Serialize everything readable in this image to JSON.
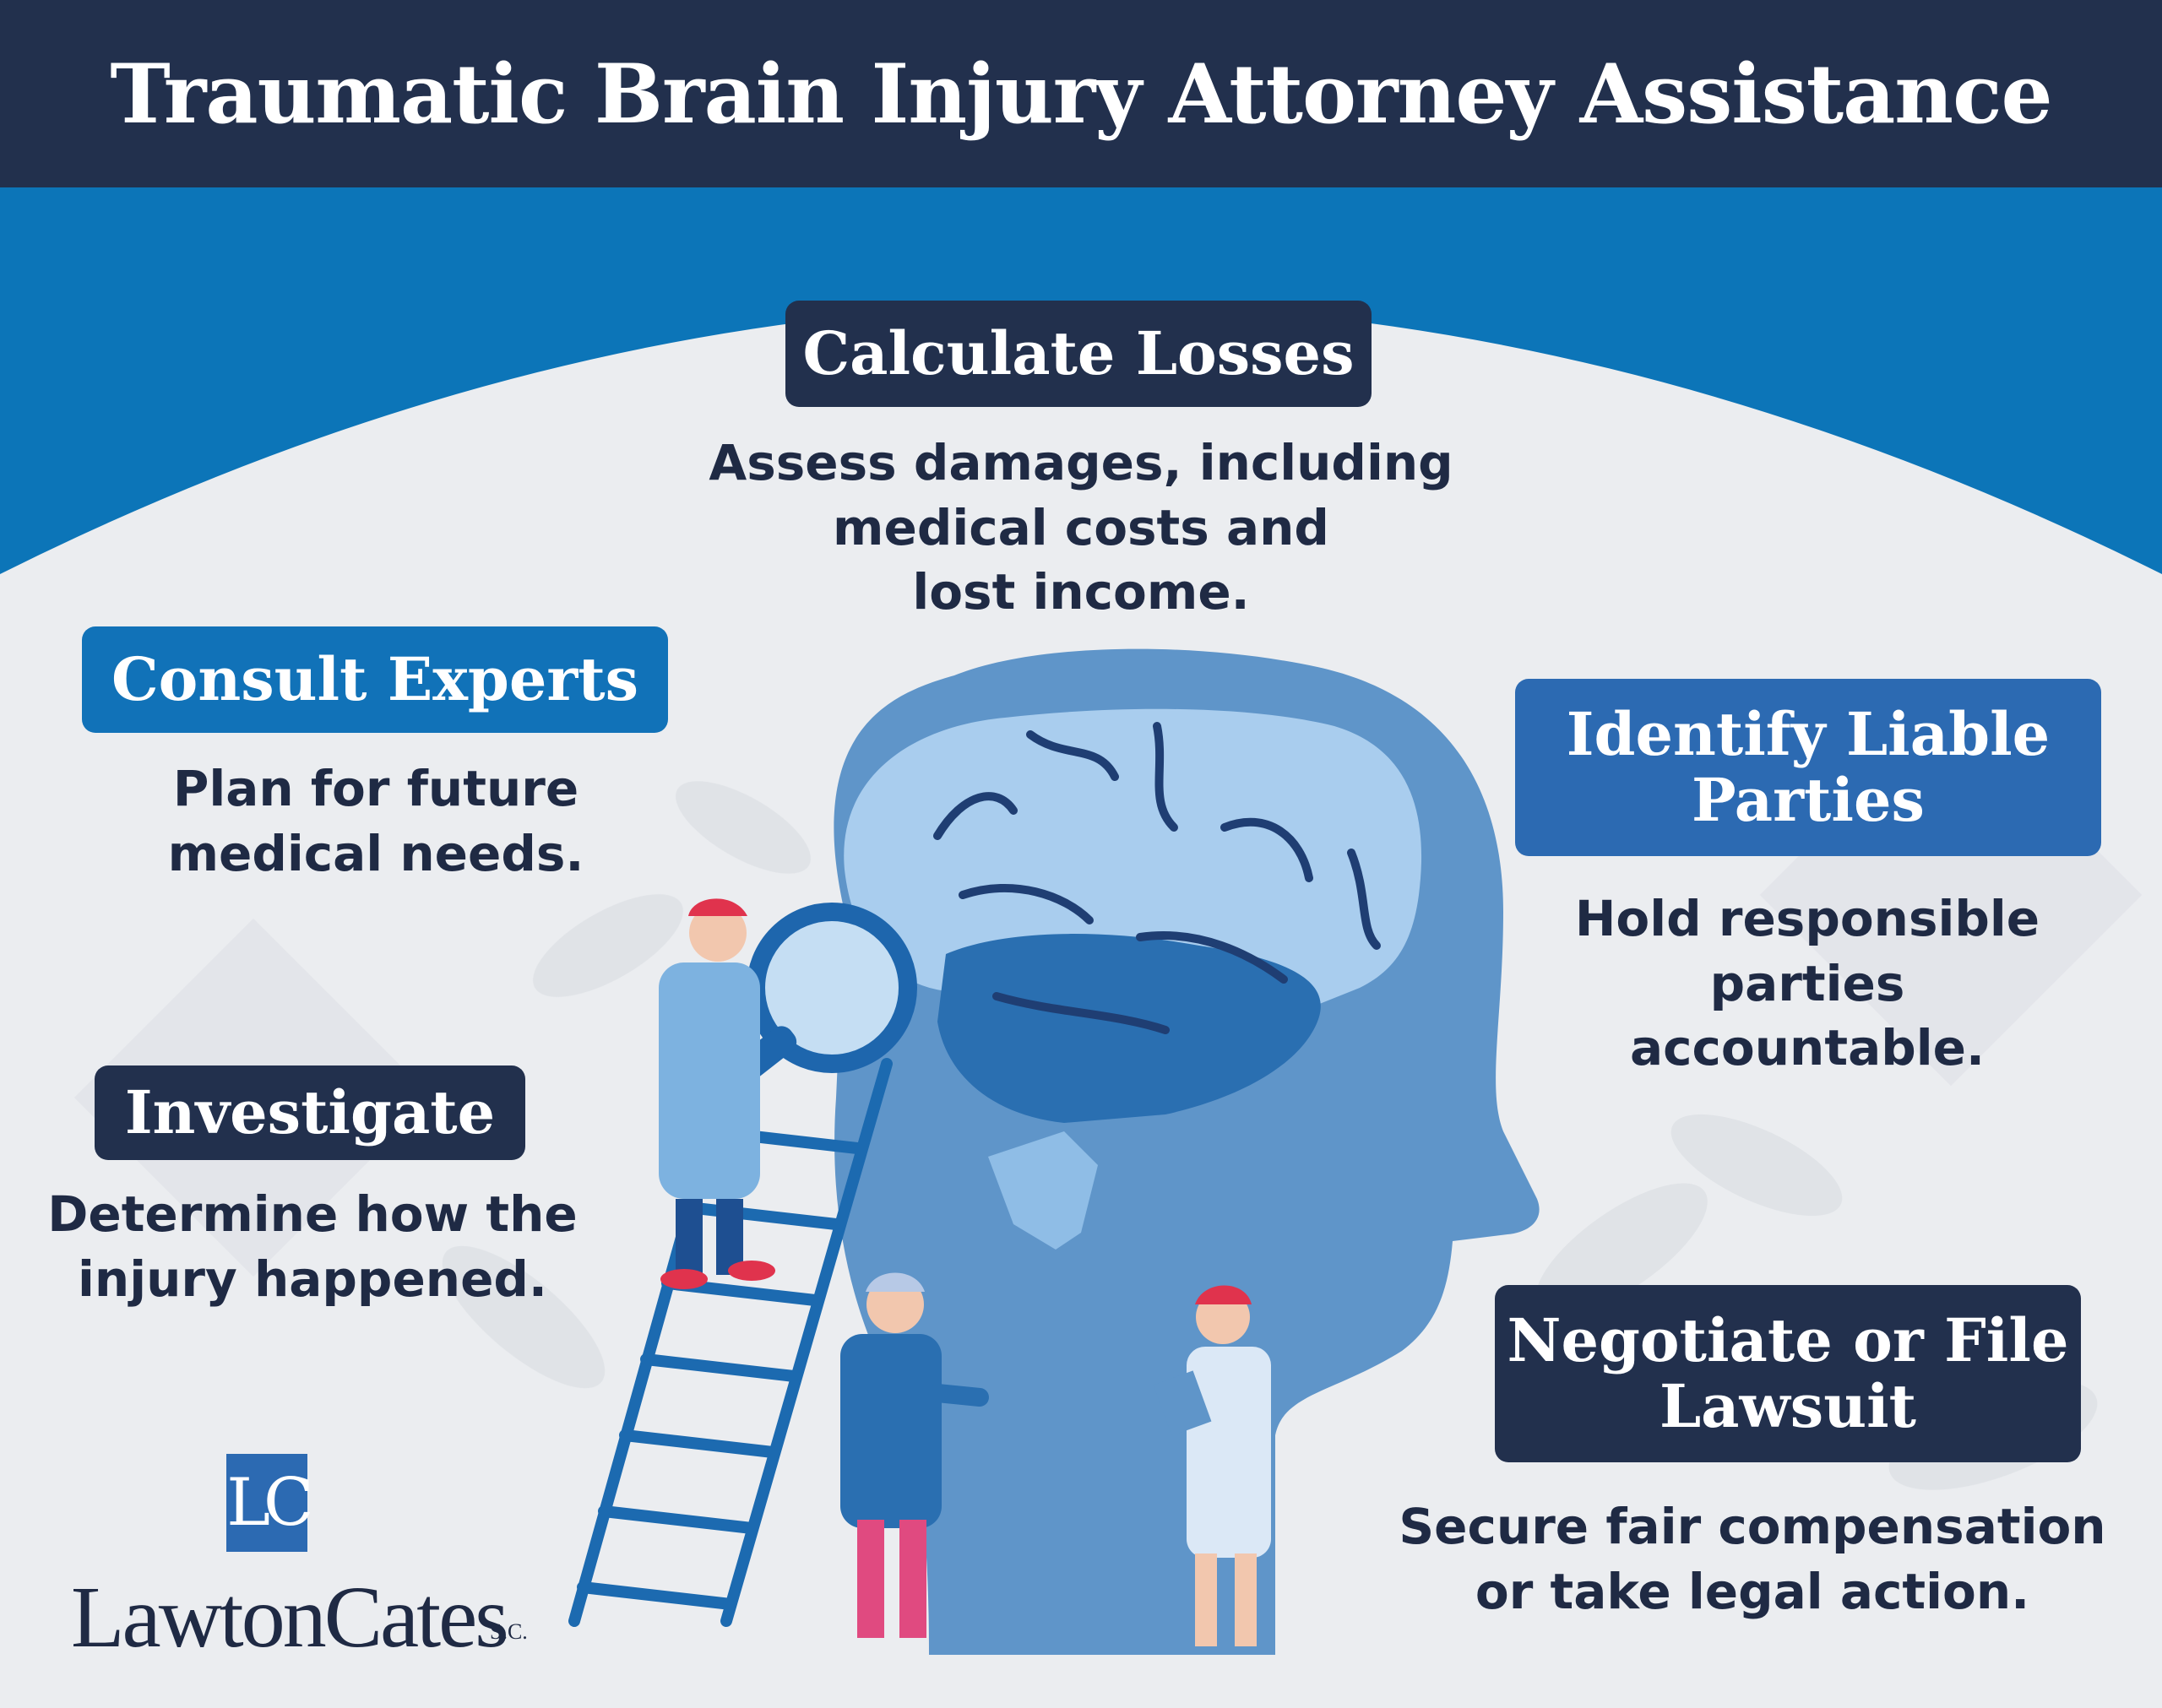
{
  "header": {
    "title": "Traumatic Brain Injury Attorney Assistance"
  },
  "steps": {
    "calculate": {
      "title": "Calculate Losses",
      "text": "Assess damages, including\nmedical costs and\nlost income."
    },
    "consult": {
      "title": "Consult Experts",
      "text": "Plan for future\nmedical needs."
    },
    "identify": {
      "title": "Identify Liable\nParties",
      "text": "Hold responsible\nparties\naccountable."
    },
    "investigate": {
      "title": "Investigate",
      "text": "Determine how the\ninjury happened."
    },
    "negotiate": {
      "title": "Negotiate or File\nLawsuit",
      "text": "Secure fair compensation\nor take legal action."
    }
  },
  "logo": {
    "mark": "LC",
    "name": "LawtonCates",
    "suffix": "S.C."
  },
  "colors": {
    "navy": "#22304d",
    "blue": "#1172b8",
    "steel": "#2c6ab2",
    "head": "#5f95c9",
    "brain": "#a9cdee",
    "text": "#1f2a44"
  }
}
